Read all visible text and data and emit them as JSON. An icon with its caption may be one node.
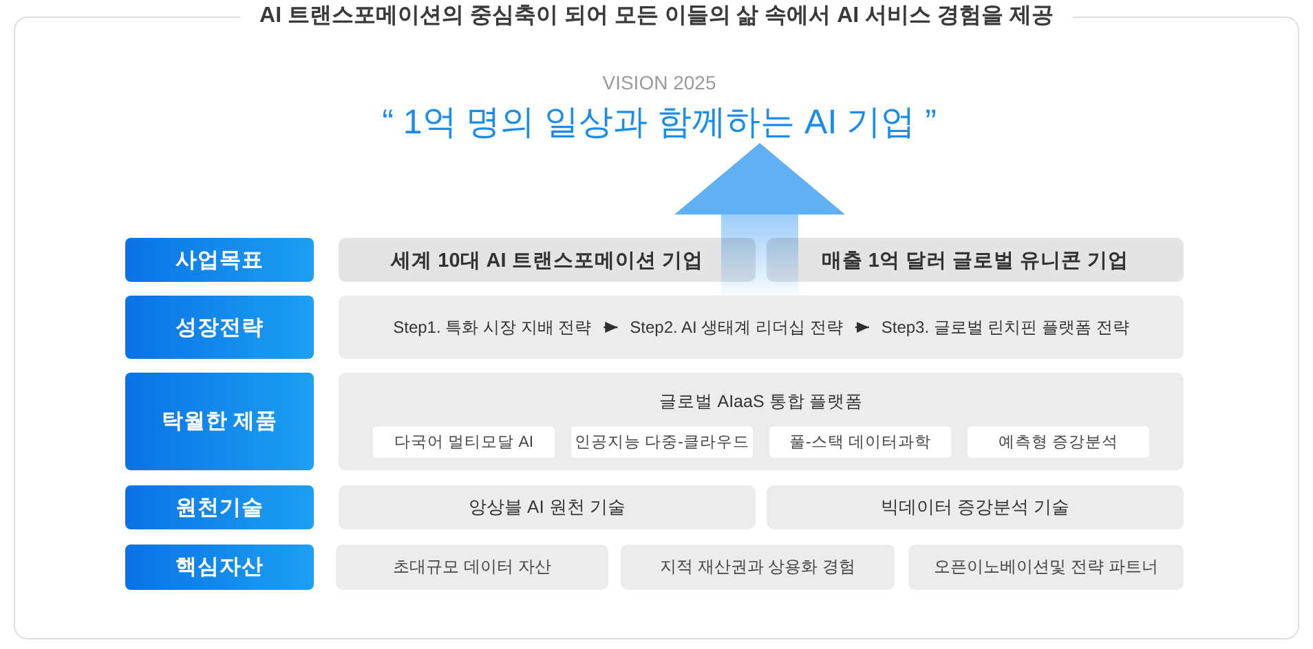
{
  "diagram": {
    "nodes": [
      {
        "text": [
          "AI 트랜스포메이션의 중심축이 되어 모든 이들의 삶 속에서 AI 서비스 경험을 제공"
        ]
      },
      {
        "text": [
          "VISION 2025",
          "“ 1억 명의 일상과 함께하는 AI 기업 ”"
        ],
        "in": 0
      },
      {
        "text": [
          "사업목표"
        ],
        "in": 0
      },
      {
        "text": [
          "세계 10대 AI 트랜스포메이션 기업"
        ],
        "in": 0
      },
      {
        "text": [
          "매출 1억 달러 글로벌 유니콘 기업"
        ],
        "in": 0
      },
      {
        "text": [
          "성장전략"
        ],
        "in": 0
      },
      {
        "text": [],
        "shape": "box",
        "in": 0
      },
      {
        "text": [
          "Step1. 특화 시장 지배 전략"
        ],
        "in": 6
      },
      {
        "text": [
          "Step2. AI 생태계 리더십 전략"
        ],
        "in": 6
      },
      {
        "text": [
          "Step3. 글로벌 린치핀 플랫폼 전략"
        ],
        "in": 6
      },
      {
        "text": [
          "탁월한 제품"
        ],
        "in": 0
      },
      {
        "text": [
          "글로벌 AIaaS 통합 플랫폼"
        ],
        "in": 0
      },
      {
        "text": [
          "다국어 멀티모달 AI"
        ],
        "in": 11
      },
      {
        "text": [
          "인공지능 다중-클라우드"
        ],
        "in": 11
      },
      {
        "text": [
          "풀-스택 데이터과학"
        ],
        "in": 11
      },
      {
        "text": [
          "예측형 증강분석"
        ],
        "in": 11
      },
      {
        "text": [
          "원천기술"
        ],
        "in": 0
      },
      {
        "text": [
          "앙상블 AI 원천 기술"
        ],
        "in": 0
      },
      {
        "text": [
          "빅데이터 증강분석 기술"
        ],
        "in": 0
      },
      {
        "text": [
          "핵심자산"
        ],
        "in": 0
      },
      {
        "text": [
          "초대규모 데이터 자산"
        ],
        "in": 0
      },
      {
        "text": [
          "지적 재산권과 상용화 경험"
        ],
        "in": 0
      },
      {
        "text": [
          "오픈이노베이션및 전략 파트너"
        ],
        "in": 0
      }
    ],
    "edges": [
      {
        "from": 6,
        "to": 1,
        "arrow": "to",
        "style": "thick",
        "color": "#62b0f4"
      },
      {
        "from": 7,
        "to": 8,
        "arrow": "to"
      },
      {
        "from": 8,
        "to": 9,
        "arrow": "to"
      }
    ]
  }
}
